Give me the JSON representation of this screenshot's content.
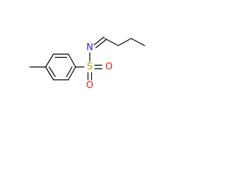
{
  "molecule": {
    "atoms": {
      "sulfur": "S",
      "nitrogen": "N",
      "oxygen_1": "O",
      "oxygen_2": "O"
    },
    "colors": {
      "bond": "#000000",
      "sulfur": "#b3a000",
      "nitrogen": "#2a2ad6",
      "oxygen": "#e02020"
    }
  }
}
